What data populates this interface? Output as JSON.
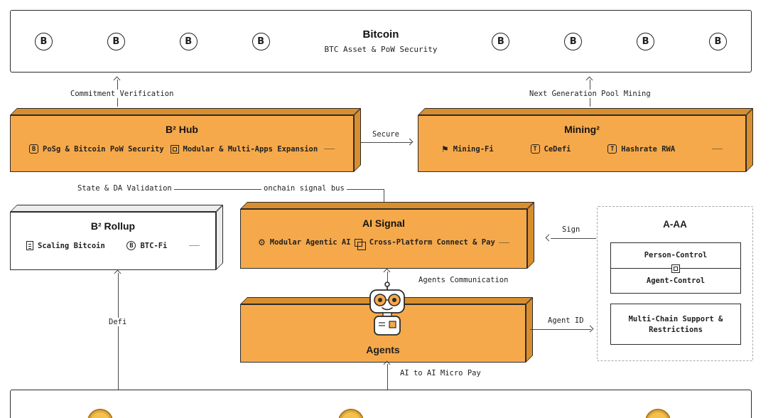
{
  "colors": {
    "accent_orange": "#F6A94A",
    "accent_orange_edge": "#D88E2E",
    "connector_line": "#4a4a4a",
    "border_dark": "#2b2b2b",
    "coin_gold": "#F3C14D"
  },
  "bitcoin_bar": {
    "title": "Bitcoin",
    "subtitle": "BTC Asset & PoW Security",
    "symbol": "B"
  },
  "hub": {
    "title": "B² Hub",
    "badge": "B",
    "items": [
      "PoSg & Bitcoin PoW Security",
      "Modular & Multi-Apps Expansion"
    ]
  },
  "mining": {
    "title": "Mining²",
    "badge": "T",
    "items": [
      "Mining-Fi",
      "CeDefi",
      "Hashrate RWA"
    ]
  },
  "rollup": {
    "title": "B² Rollup",
    "badge": "B",
    "items": [
      "Scaling Bitcoin",
      "BTC-Fi"
    ]
  },
  "ai_signal": {
    "title": "AI Signal",
    "items": [
      "Modular Agentic AI",
      "Cross-Platform Connect & Pay"
    ]
  },
  "agents": {
    "title": "Agents"
  },
  "aaa": {
    "title": "A-AA",
    "control_rows": [
      "Person-Control",
      "Agent-Control"
    ],
    "support_lines": [
      "Multi-Chain Support &",
      "Restrictions"
    ]
  },
  "labels": {
    "commitment": "Commitment Verification",
    "pool_mining": "Next Generation Pool Mining",
    "secure": "Secure",
    "state_da": "State & DA Validation",
    "signal_bus": "onchain signal bus",
    "sign": "Sign",
    "agents_comm": "Agents Communication",
    "agent_id": "Agent ID",
    "defi": "Defi",
    "micro_pay": "AI to AI Micro Pay"
  },
  "icons": {
    "flag": "⚑",
    "gear": "⚙"
  }
}
